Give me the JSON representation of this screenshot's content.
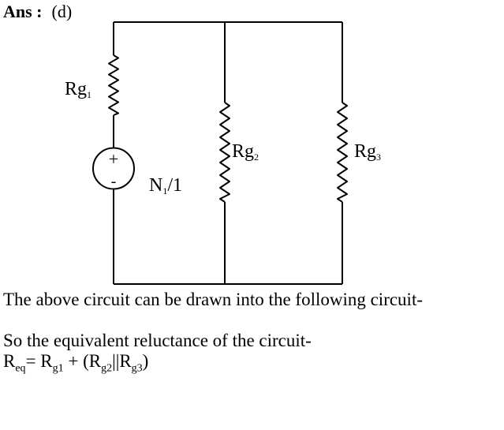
{
  "answer": {
    "label": "Ans :",
    "option": "(d)"
  },
  "circuit": {
    "resistors": {
      "rg1": {
        "base": "Rg",
        "sub": "1"
      },
      "rg2": {
        "base": "Rg",
        "sub": "2"
      },
      "rg3": {
        "base": "Rg",
        "sub": "3"
      }
    },
    "source": {
      "plus": "+",
      "minus": "-",
      "mmf_base": "N",
      "mmf_sub": "1",
      "mmf_rest": "/1"
    }
  },
  "text": {
    "line1": "The above circuit can be drawn into the following circuit-",
    "line2": "So the equivalent reluctance of the circuit-",
    "formula": {
      "lhs_base": "R",
      "lhs_sub": "eq",
      "eq": "= R",
      "t1_sub": "g1",
      "plus": " + (R",
      "t2_sub": "g2",
      "par": "||R",
      "t3_sub": "g3",
      "close": ")"
    }
  }
}
